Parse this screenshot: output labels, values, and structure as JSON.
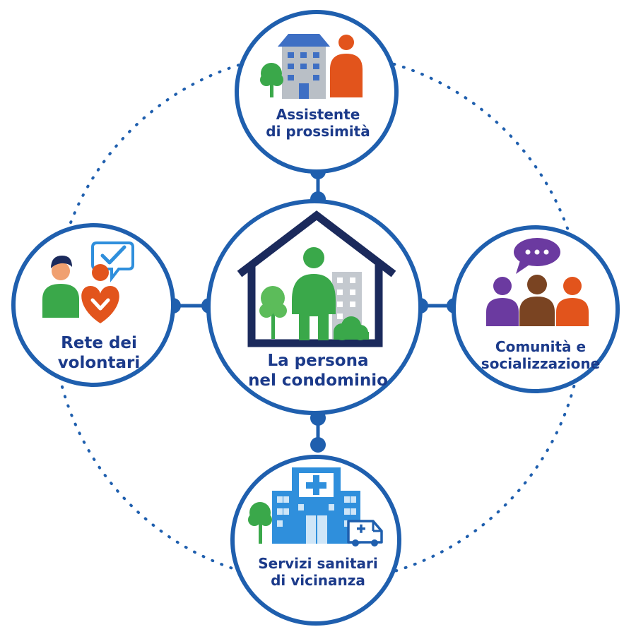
{
  "colors": {
    "ring": "#1f5fae",
    "text": "#1b3a8a",
    "house": "#1b2a5c",
    "green": "#3aa84a",
    "blue": "#2f8fdc",
    "orange": "#e2541c",
    "purple": "#6b3aa0",
    "brown": "#7a4422",
    "gray": "#b9bfc6"
  },
  "nodes": {
    "center": {
      "line1": "La persona",
      "line2": "nel condominio"
    },
    "top": {
      "line1": "Assistente",
      "line2": "di prossimità"
    },
    "left": {
      "line1": "Rete dei",
      "line2": "volontari"
    },
    "right": {
      "line1": "Comunità e",
      "line2": "socializzazione"
    },
    "bottom": {
      "line1": "Servizi sanitari",
      "line2": "di vicinanza"
    }
  }
}
